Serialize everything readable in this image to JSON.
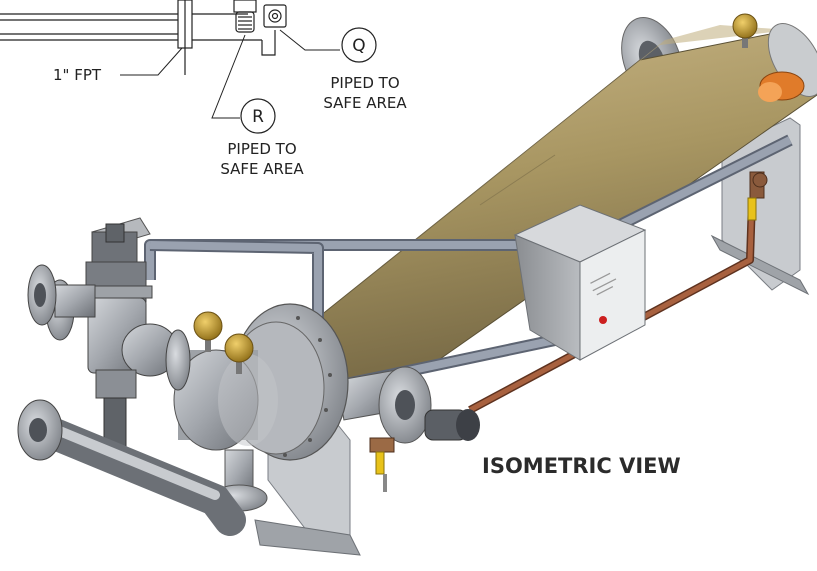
{
  "callouts": {
    "fpt_label": "1\" FPT",
    "q_bubble": "Q",
    "q_line1": "PIPED TO",
    "q_line2": "SAFE AREA",
    "r_bubble": "R",
    "r_line1": "PIPED TO",
    "r_line2": "SAFE AREA"
  },
  "view_label": "ISOMETRIC VIEW",
  "colors": {
    "vessel_body": "#a89662",
    "steel": "#9a9ea3",
    "pipe": "#8d96a6",
    "copper": "#9a5a3e",
    "gauge_brass": "#c29a2b",
    "orange_cap": "#e07b2a",
    "valve_yellow": "#e8c21a",
    "indicator_red": "#cc1f1f"
  }
}
